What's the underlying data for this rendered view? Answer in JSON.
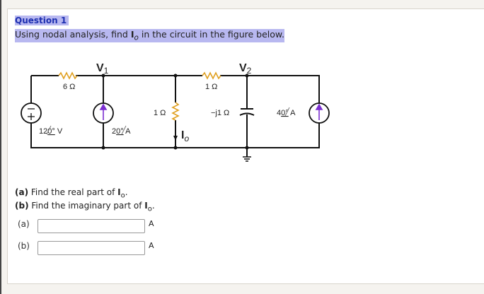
{
  "question": {
    "title": "Question 1",
    "text_before": "Using nodal analysis, find ",
    "var_main": "I",
    "var_sub": "o",
    "text_after": " in the circuit in the figure below."
  },
  "circuit": {
    "node_v1": "V",
    "node_v1_sub": "1",
    "node_v2": "V",
    "node_v2_sub": "2",
    "r1": "6 Ω",
    "r2": "1 Ω",
    "r3": "1 Ω",
    "cap": "−j1 Ω",
    "vsrc_mag": "12",
    "vsrc_ang": "0°",
    "vsrc_unit": "V",
    "isrc1_mag": "2",
    "isrc1_ang": "0°",
    "isrc1_unit": "A",
    "isrc2_mag": "4",
    "isrc2_ang": "0°",
    "isrc2_unit": "A",
    "io_label": "I",
    "io_sub": "o",
    "colors": {
      "resistor": "#e0a020",
      "arrow": "#7b2fd0",
      "wire": "#111111"
    }
  },
  "parts": {
    "a_label": "(a)",
    "a_text": " Find the real part of ",
    "b_label": "(b)",
    "b_text": " Find the imaginary part of ",
    "var": "I",
    "sub": "o",
    "end": "."
  },
  "answers": [
    {
      "label": "(a)",
      "value": "",
      "unit": "A"
    },
    {
      "label": "(b)",
      "value": "",
      "unit": "A"
    }
  ]
}
